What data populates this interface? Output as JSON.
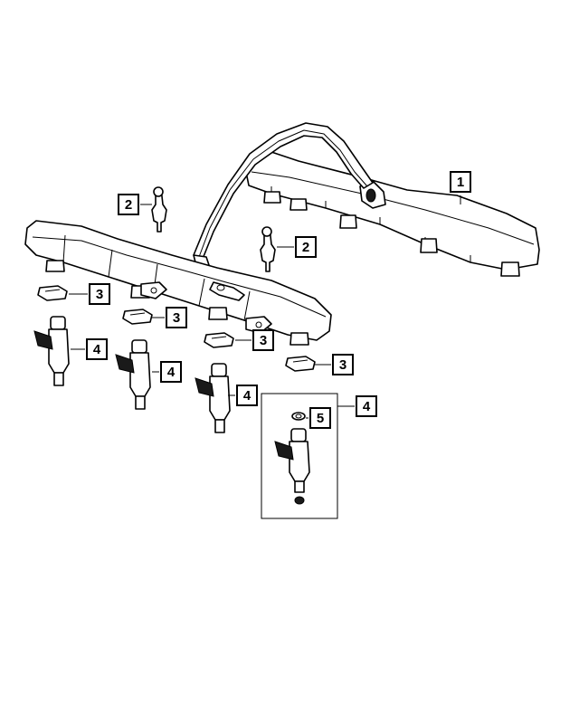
{
  "callouts": {
    "c1": "1",
    "c2a": "2",
    "c2b": "2",
    "c3a": "3",
    "c3b": "3",
    "c3c": "3",
    "c3d": "3",
    "c4a": "4",
    "c4b": "4",
    "c4c": "4",
    "c4d": "4",
    "c5": "5"
  }
}
